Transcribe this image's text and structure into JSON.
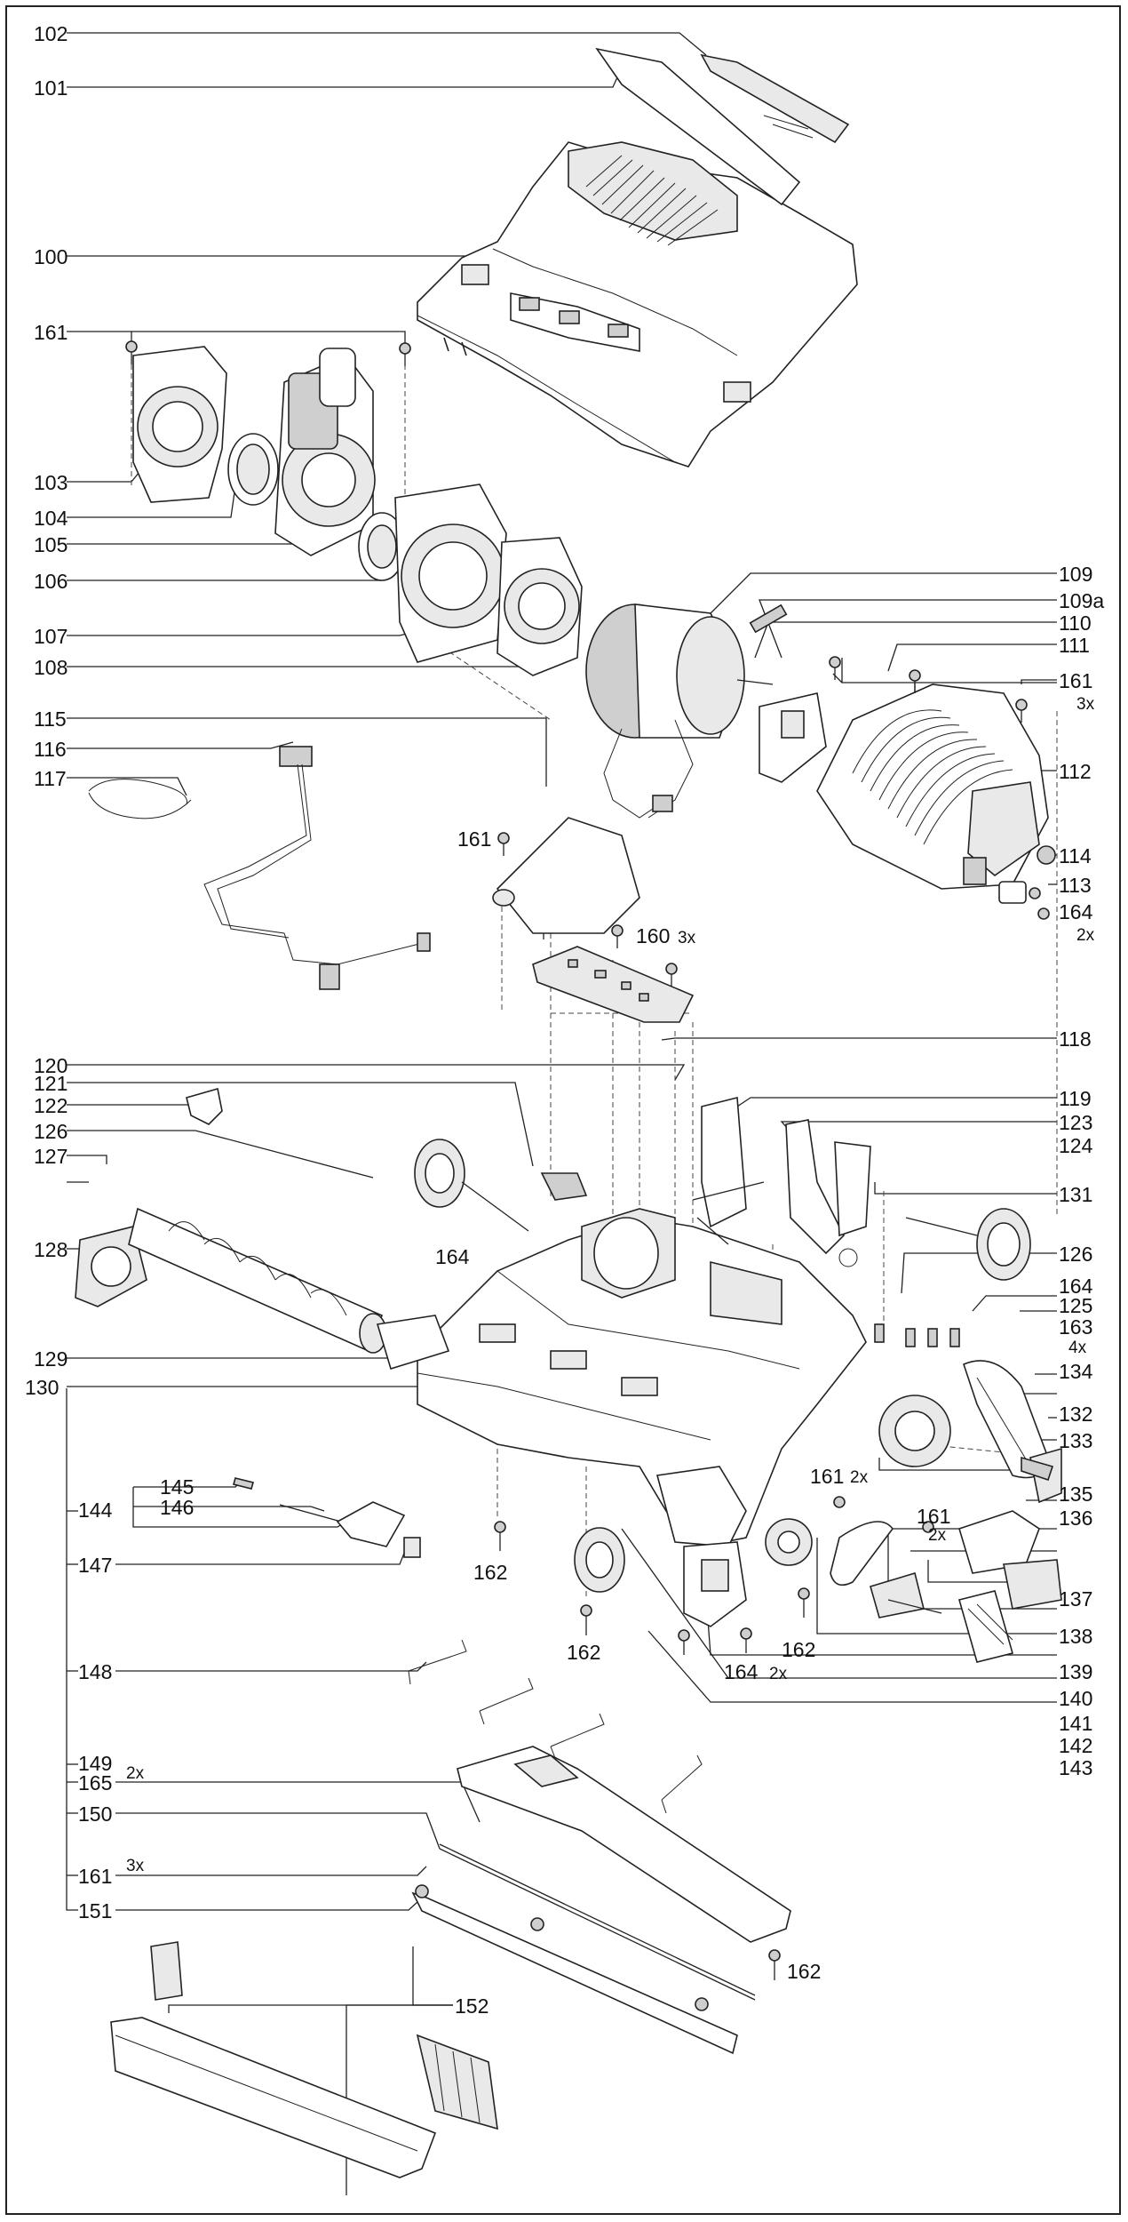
{
  "diagram": {
    "type": "exploded-parts-view",
    "part_labels": {
      "p100": "100",
      "p101": "101",
      "p102": "102",
      "p103": "103",
      "p104": "104",
      "p105": "105",
      "p106": "106",
      "p107": "107",
      "p108": "108",
      "p109": "109",
      "p109a": "109a",
      "p110": "110",
      "p111": "111",
      "p112": "112",
      "p113": "113",
      "p114": "114",
      "p115": "115",
      "p116": "116",
      "p117": "117",
      "p118": "118",
      "p119": "119",
      "p120": "120",
      "p121": "121",
      "p122": "122",
      "p123": "123",
      "p124": "124",
      "p125": "125",
      "p126a": "126",
      "p126b": "126",
      "p127": "127",
      "p128": "128",
      "p129": "129",
      "p130": "130",
      "p131": "131",
      "p132": "132",
      "p133": "133",
      "p134": "134",
      "p135": "135",
      "p136": "136",
      "p137": "137",
      "p138": "138",
      "p139": "139",
      "p140": "140",
      "p141": "141",
      "p142": "142",
      "p143": "143",
      "p144": "144",
      "p145": "145",
      "p146": "146",
      "p147": "147",
      "p148": "148",
      "p149": "149",
      "p150": "150",
      "p151": "151",
      "p152": "152",
      "p160": "160",
      "p161a": "161",
      "p161b": "161",
      "p161c": "161",
      "p161d": "161",
      "p161e": "161",
      "p161f": "161",
      "p162a": "162",
      "p162b": "162",
      "p162c": "162",
      "p162d": "162",
      "p163": "163",
      "p164a": "164",
      "p164b": "164",
      "p164c": "164",
      "p164d": "164",
      "p165": "165"
    },
    "multipliers": {
      "m161b": "3x",
      "m164a": "2x",
      "m160": "3x",
      "m134": "4x",
      "m161d": "2x",
      "m161e": "2x",
      "m164d": "2x",
      "m165": "2x",
      "m161f": "3x"
    }
  }
}
